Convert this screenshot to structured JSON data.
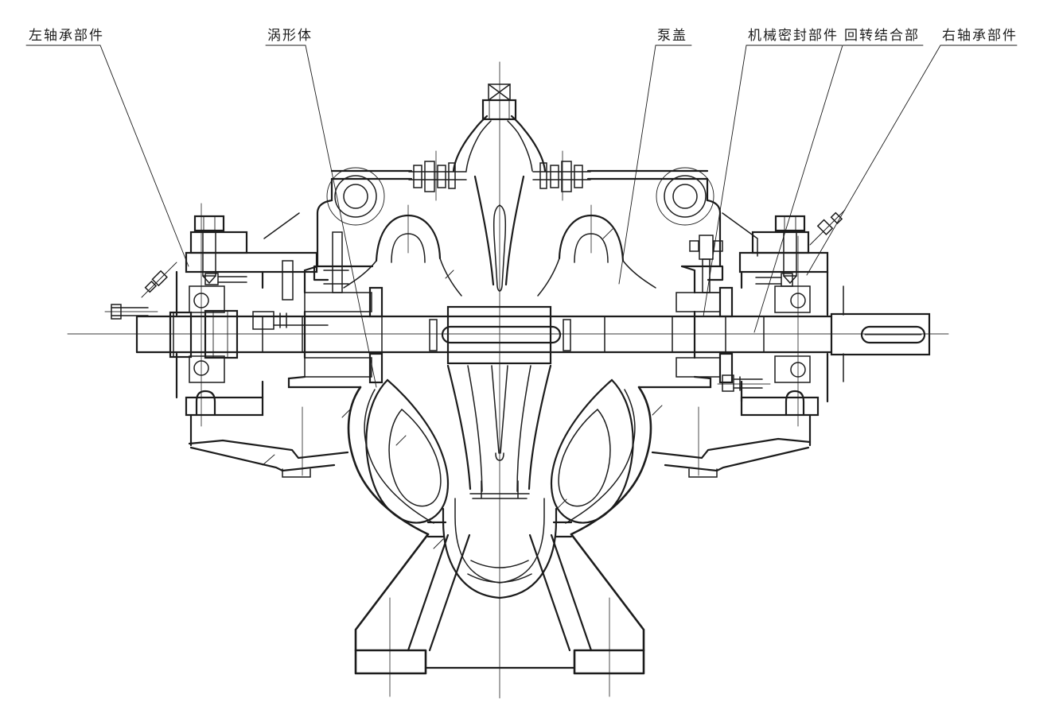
{
  "meta": {
    "background": "#ffffff",
    "line_color": "#1c1c1c",
    "drawing_type": "双吸离心泵剖面图"
  },
  "labels": {
    "left_bearing": "左轴承部件",
    "volute": "涡形体",
    "pump_cover": "泵盖",
    "mechanical_seal": "机械密封部件",
    "rotary_joint": "回转结合部",
    "right_bearing": "右轴承部件"
  }
}
